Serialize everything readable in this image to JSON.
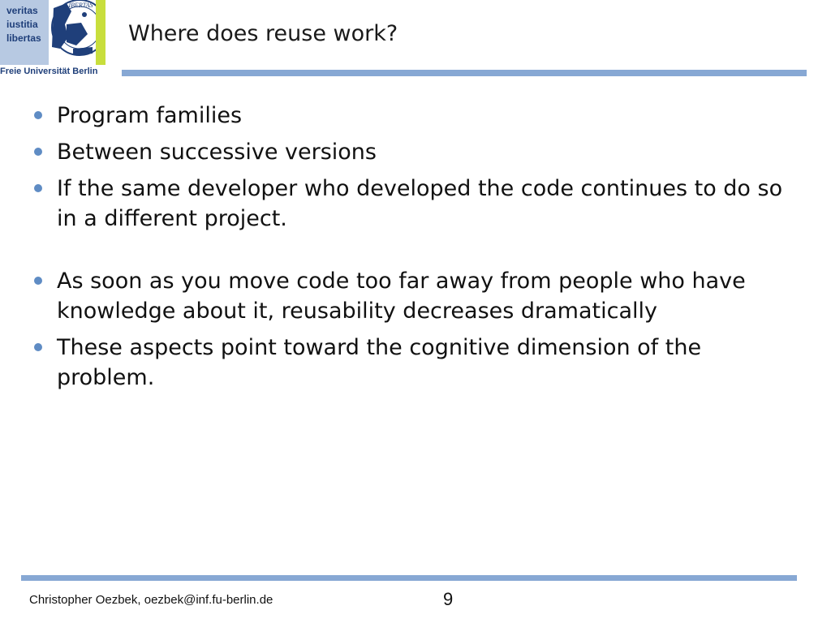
{
  "logo": {
    "motto": [
      "veritas",
      "iustitia",
      "libertas"
    ],
    "seal_text": "LIBERTAS",
    "university": "Freie Universität Berlin",
    "colors": {
      "motto_bg": "#b7c9e2",
      "green_bar": "#c8de3c",
      "navy": "#1f3f7a"
    }
  },
  "slide": {
    "title": "Where does reuse work?",
    "bullets": [
      "Program families",
      "Between successive versions",
      "If the same developer who developed the code continues to do so in a different project.",
      "As soon as you move code too far away from people who have knowledge about it, reusability decreases dramatically",
      "These aspects point toward the cognitive dimension of the problem."
    ]
  },
  "footer": {
    "author": "Christopher Oezbek, oezbek@inf.fu-berlin.de",
    "page_number": "9"
  },
  "colors": {
    "accent_rule": "#87a8d4",
    "bullet_dot": "#5f8cc4"
  }
}
